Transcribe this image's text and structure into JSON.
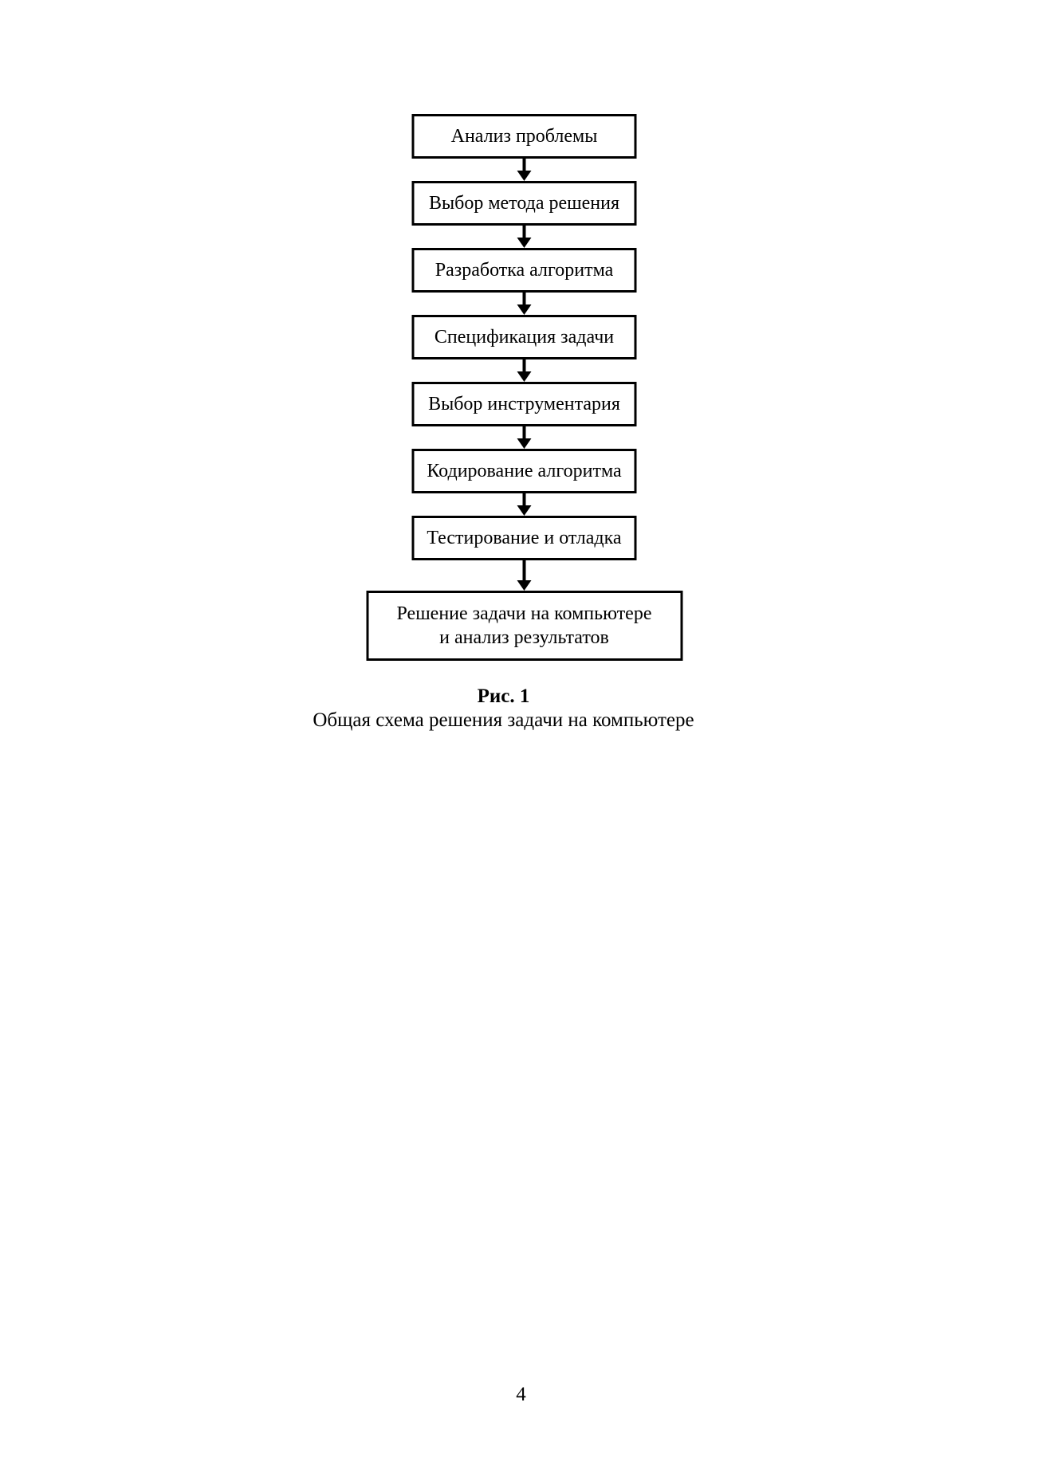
{
  "page": {
    "number": "4",
    "background_color": "#ffffff",
    "text_color": "#000000"
  },
  "figure": {
    "caption_label": "Рис. 1",
    "caption_title": "Общая схема решения задачи на компьютере"
  },
  "flowchart": {
    "connector_style": "down-arrow",
    "box_border_color": "#000000",
    "steps": [
      {
        "id": "problem-analysis",
        "lines": [
          "Анализ проблемы"
        ]
      },
      {
        "id": "method-selection",
        "lines": [
          "Выбор метода решения"
        ]
      },
      {
        "id": "algorithm-development",
        "lines": [
          "Разработка алгоритма"
        ]
      },
      {
        "id": "task-specification",
        "lines": [
          "Спецификация задачи"
        ]
      },
      {
        "id": "tools-selection",
        "lines": [
          "Выбор инструментария"
        ]
      },
      {
        "id": "algorithm-coding",
        "lines": [
          "Кодирование алгоритма"
        ]
      },
      {
        "id": "testing-debugging",
        "lines": [
          "Тестирование и отладка"
        ]
      },
      {
        "id": "computer-solution-and-analysis",
        "lines": [
          "Решение задачи на компьютере",
          "и анализ результатов"
        ],
        "wide": true
      }
    ]
  }
}
